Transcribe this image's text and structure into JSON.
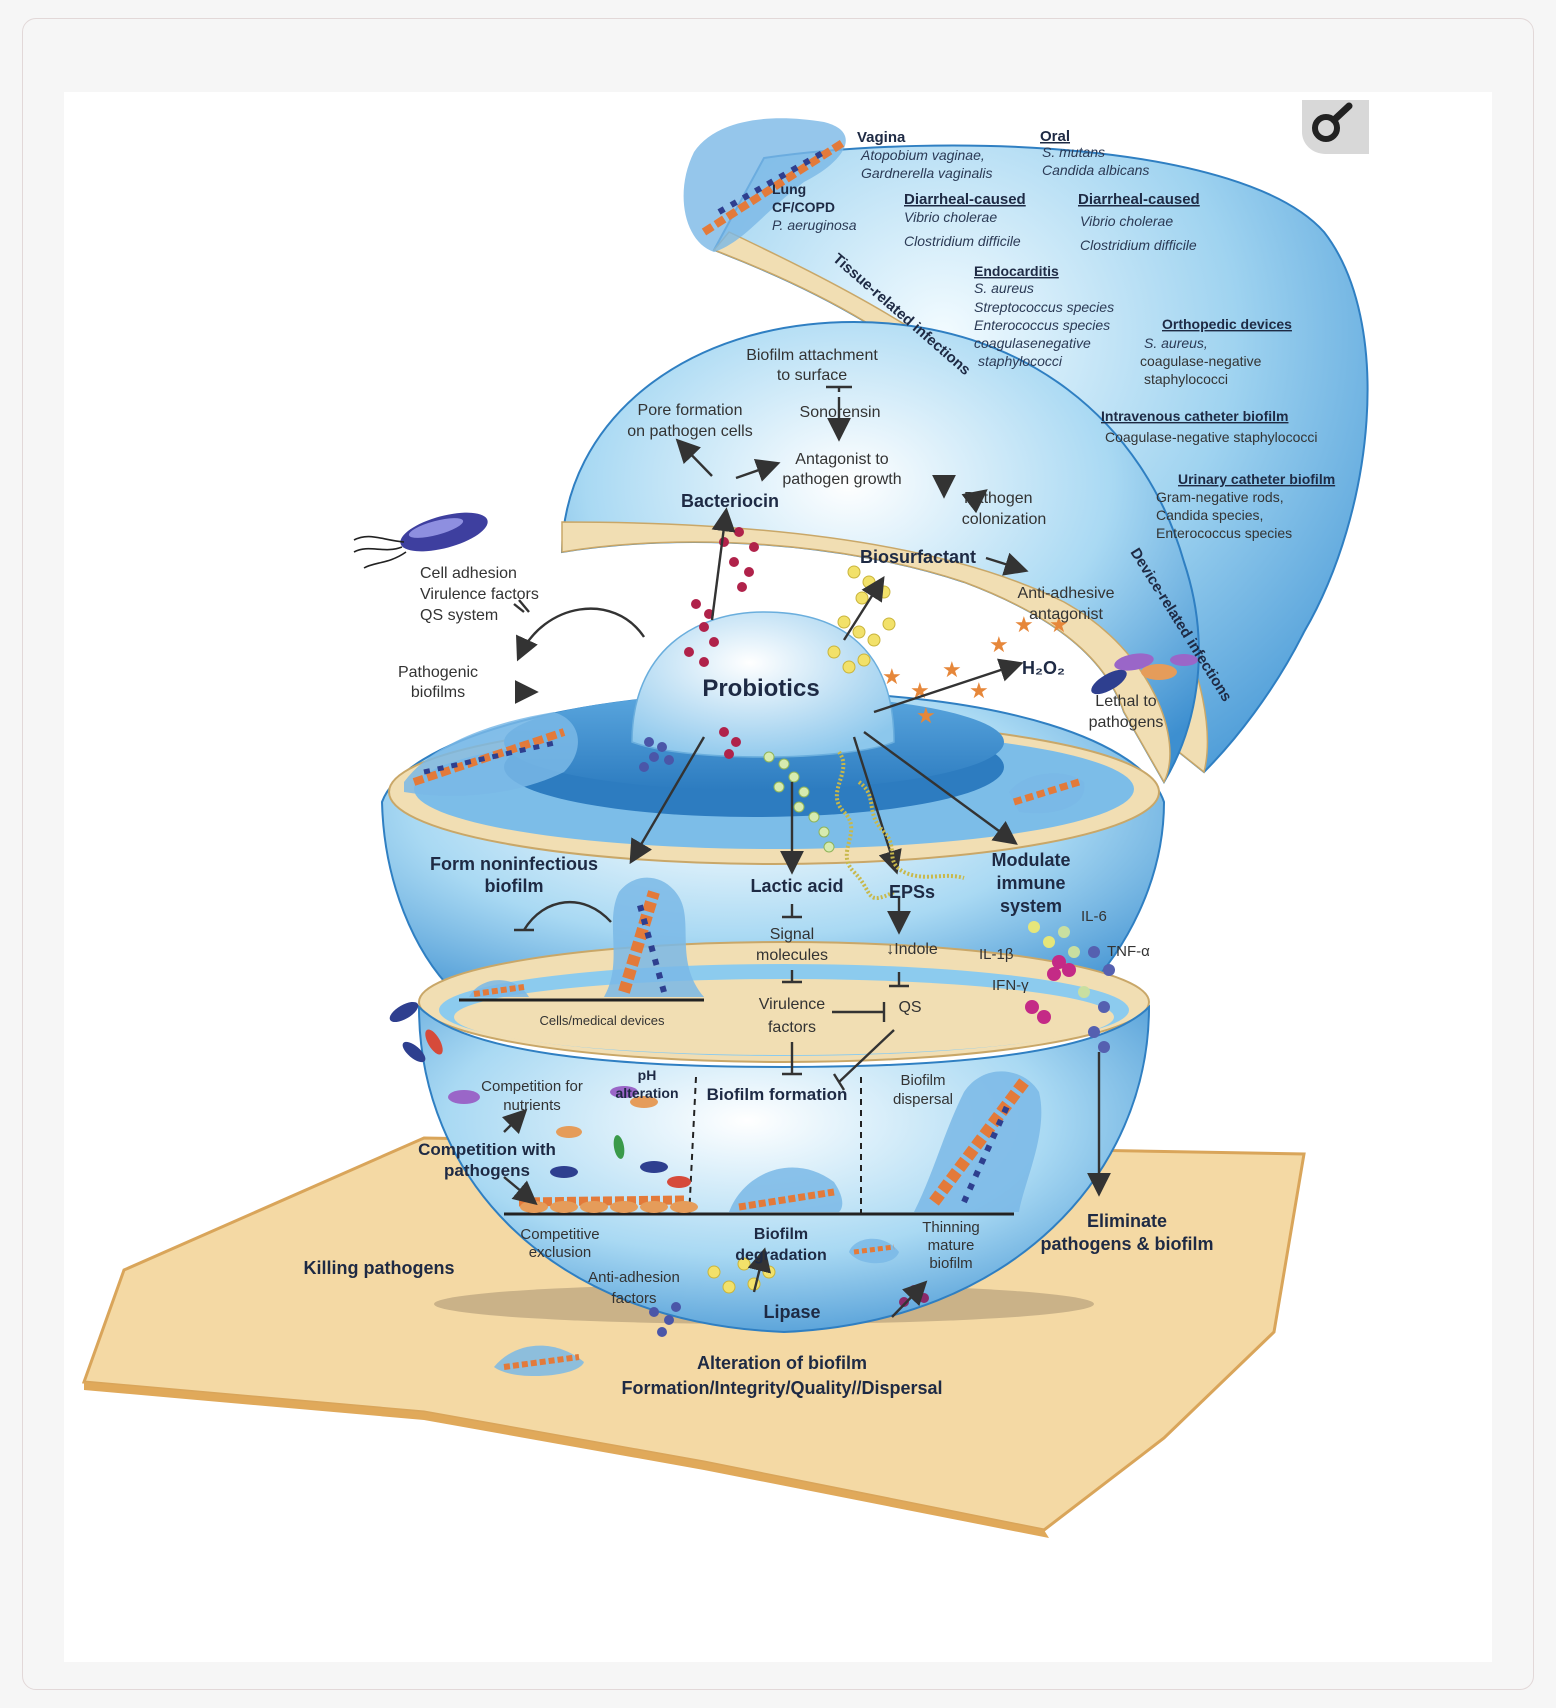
{
  "logo": {
    "icon": "magnifier-icon"
  },
  "colors": {
    "shell": "#8ccbee",
    "shell_dark": "#3d8fd0",
    "rim": "#f1deb3",
    "ground": "#f4d9a4",
    "ground_edge": "#e0a95a"
  },
  "top_shell": {
    "vagina": {
      "title": "Vagina",
      "l1": "Atopobium vaginae,",
      "l2": "Gardnerella vaginalis"
    },
    "oral": {
      "title": "Oral",
      "l1": "S. mutans",
      "l2": "Candida albicans"
    },
    "lung": {
      "title": "Lung",
      "l1": "CF/COPD",
      "l2": "P. aeruginosa"
    },
    "diarrheal_a": {
      "title": "Diarrheal-caused",
      "l1": "Vibrio cholerae",
      "l2": "Clostridium difficile"
    },
    "diarrheal_b": {
      "title": "Diarrheal-caused",
      "l1": "Vibrio cholerae",
      "l2": "Clostridium difficile"
    },
    "endocarditis": {
      "title": "Endocarditis",
      "l1": "S. aureus",
      "l2": "Streptococcus species",
      "l3": "Enterococcus species",
      "l4": "coagulasenegative",
      "l5": "staphylococci"
    },
    "orthopedic": {
      "title": "Orthopedic devices",
      "l1": "S. aureus,",
      "l2": "coagulase-negative",
      "l3": "staphylococci"
    },
    "iv_catheter": {
      "title": "Intravenous catheter biofilm",
      "l1": "Coagulase-negative staphylococci"
    },
    "urinary": {
      "title": "Urinary catheter biofilm",
      "l1": "Gram-negative rods,",
      "l2": "Candida species,",
      "l3": "Enterococcus species"
    },
    "tissue_label": "Tissue-related infections",
    "device_label": "Device-related infections"
  },
  "upper_shell": {
    "attach1": "Biofilm attachment",
    "attach2": "to surface",
    "sonorensin": "Sonorensin",
    "pore1": "Pore formation",
    "pore2": "on pathogen cells",
    "antagonist1": "Antagonist to",
    "antagonist2": "pathogen growth",
    "bacteriocin": "Bacteriocin",
    "colon1": "Pathogen",
    "colon2": "colonization",
    "biosurfactant": "Biosurfactant",
    "anti1": "Anti-adhesive",
    "anti2": "antagonist",
    "h2o2": "H₂O₂",
    "lethal1": "Lethal to",
    "lethal2": "pathogens"
  },
  "left_side": {
    "cell1": "Cell adhesion",
    "cell2": "Virulence factors",
    "cell3": "QS system",
    "patho1": "Pathogenic",
    "patho2": "biofilms"
  },
  "center": {
    "probiotics": "Probiotics"
  },
  "middle_shell": {
    "form1": "Form noninfectious",
    "form2": "biofilm",
    "lactic": "Lactic acid",
    "epss": "EPSs",
    "mod1": "Modulate",
    "mod2": "immune",
    "mod3": "system",
    "sig1": "Signal",
    "sig2": "molecules",
    "indole": "↓Indole",
    "vir1": "Virulence",
    "vir2": "factors",
    "qs": "QS",
    "il6": "IL-6",
    "il1b": "IL-1β",
    "tnfa": "TNF-α",
    "ifng": "IFN-γ",
    "cells": "Cells/medical devices"
  },
  "bottom_shell": {
    "comp_nut1": "Competition for",
    "comp_nut2": "nutrients",
    "ph1": "pH",
    "ph2": "alteration",
    "biofilm_formation": "Biofilm formation",
    "disp1": "Biofilm",
    "disp2": "dispersal",
    "comp_path1": "Competition with",
    "comp_path2": "pathogens",
    "excl1": "Competitive",
    "excl2": "exclusion",
    "deg1": "Biofilm",
    "deg2": "degradation",
    "thin1": "Thinning",
    "thin2": "mature",
    "thin3": "biofilm",
    "antiad1": "Anti-adhesion",
    "antiad2": "factors",
    "lipase": "Lipase"
  },
  "ground": {
    "killing": "Killing pathogens",
    "elim1": "Eliminate",
    "elim2": "pathogens & biofilm",
    "alt1": "Alteration of biofilm",
    "alt2": "Formation/Integrity/Quality//Dispersal"
  }
}
